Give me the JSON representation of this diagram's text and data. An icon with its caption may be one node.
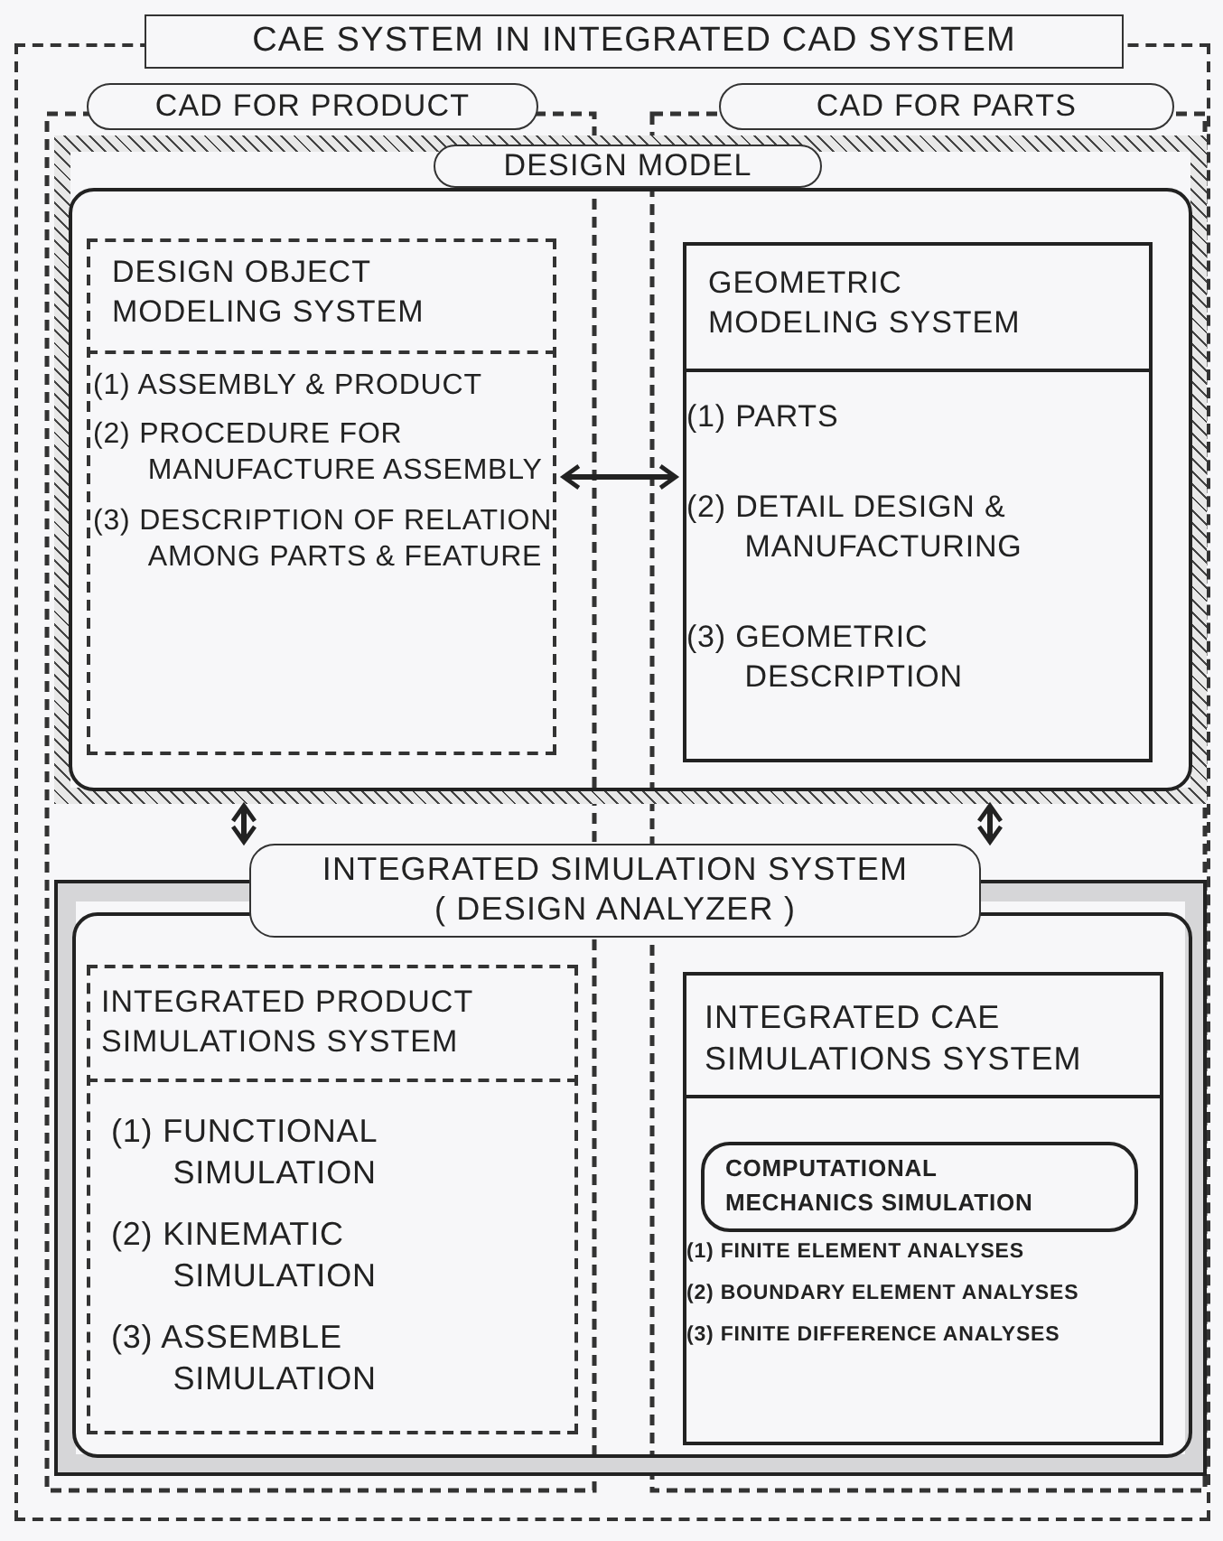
{
  "diagram": {
    "nodes": [
      {
        "text": [
          "CAE SYSTEM IN INTEGRATED CAD SYSTEM"
        ]
      },
      {
        "text": [
          "CAD FOR PRODUCT"
        ],
        "in": 0
      },
      {
        "text": [
          "CAD FOR PARTS"
        ],
        "in": 0
      },
      {
        "text": [
          "DESIGN MODEL"
        ],
        "in": 0
      },
      {
        "text": [
          "DESIGN OBJECT MODELING SYSTEM"
        ],
        "in": 3
      },
      {
        "text": [
          "(1) ASSEMBLY & PRODUCT",
          "(2) PROCEDURE FOR MANUFACTURE ASSEMBLY",
          "(3) DESCRIPTION OF RELATION AMONG PARTS & FEATURE"
        ],
        "in": 4
      },
      {
        "text": [
          "GEOMETRIC MODELING SYSTEM",
          "(1) PARTS",
          "(2) DETAIL DESIGN & MANUFACTURING",
          "(3) GEOMETRIC DESCRIPTION"
        ],
        "in": 3
      },
      {
        "text": [
          "INTEGRATED SIMULATION SYSTEM",
          "( DESIGN ANALYZER )"
        ],
        "in": 0
      },
      {
        "text": [
          "INTEGRATED PRODUCT SIMULATIONS SYSTEM"
        ],
        "in": 7
      },
      {
        "text": [
          "(1) FUNCTIONAL SIMULATION",
          "(2) KINEMATIC SIMULATION",
          "(3) ASSEMBLE SIMULATION"
        ],
        "in": 8
      },
      {
        "text": [
          "INTEGRATED CAE SIMULATIONS SYSTEM",
          "(1) FINITE ELEMENT ANALYSES",
          "(2) BOUNDARY ELEMENT ANALYSES",
          "(3) FINITE DIFFERENCE ANALYSES"
        ],
        "in": 7
      },
      {
        "text": [
          "COMPUTATIONAL MECHANICS SIMULATION"
        ],
        "in": 10
      }
    ],
    "edges": [
      {
        "from": 4,
        "to": 6,
        "arrow": "both"
      },
      {
        "from": 3,
        "to": 7,
        "arrow": "both"
      },
      {
        "from": 3,
        "to": 7,
        "arrow": "both"
      }
    ]
  }
}
